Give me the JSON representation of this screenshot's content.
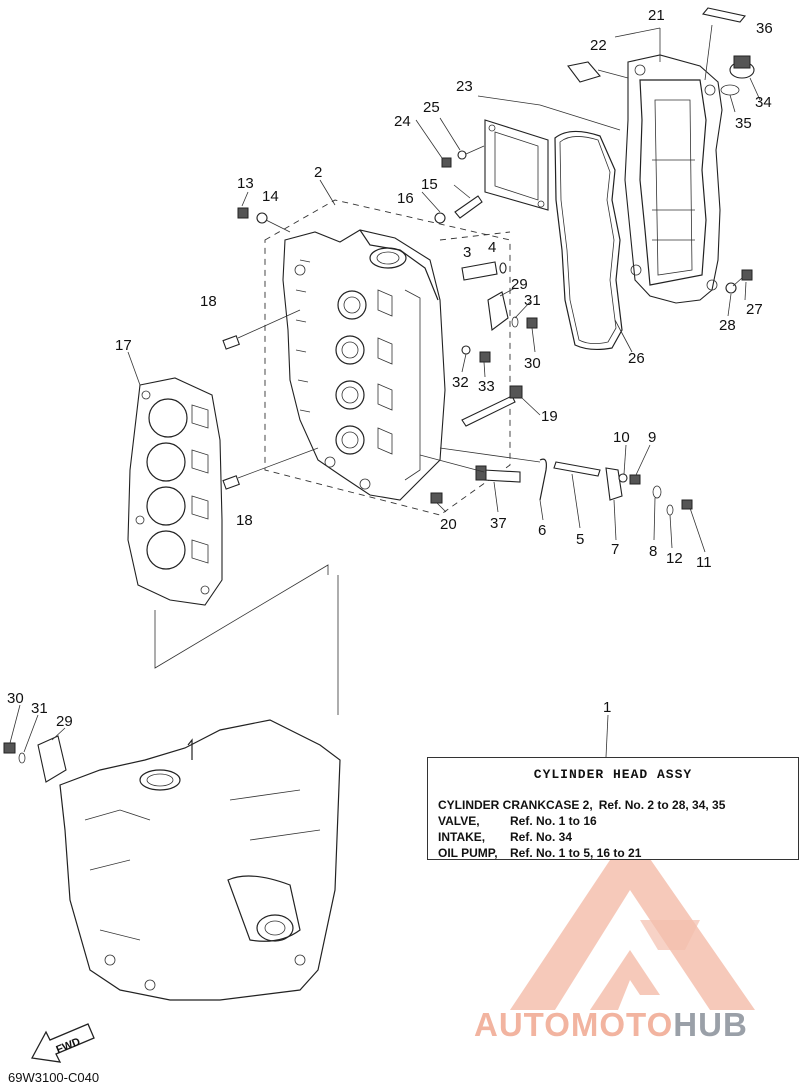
{
  "callouts": [
    "1",
    "2",
    "3",
    "4",
    "5",
    "6",
    "7",
    "8",
    "9",
    "10",
    "11",
    "12",
    "13",
    "14",
    "15",
    "16",
    "17",
    "18",
    "18",
    "19",
    "20",
    "21",
    "22",
    "23",
    "24",
    "25",
    "26",
    "27",
    "28",
    "29",
    "29",
    "30",
    "30",
    "31",
    "31",
    "32",
    "33",
    "34",
    "35",
    "36",
    "37"
  ],
  "legend": {
    "title": "CYLINDER HEAD ASSY",
    "rows": [
      {
        "key": "CYLINDER CRANKCASE 2,",
        "value": "Ref. No. 2 to 28, 34, 35"
      },
      {
        "key": "VALVE,",
        "value": "Ref. No. 1 to 16"
      },
      {
        "key": "INTAKE,",
        "value": "Ref. No. 34"
      },
      {
        "key": "OIL PUMP,",
        "value": "Ref. No. 1 to 5, 16 to 21"
      }
    ]
  },
  "fwd_label": "FWD",
  "diagram_code": "69W3100-C040",
  "watermark": {
    "part1": "AUTOMOTO",
    "part2": "HUB"
  },
  "colors": {
    "line": "#222222",
    "watermark_red": "#f2b4a0",
    "watermark_grey": "#9aa0a8"
  }
}
